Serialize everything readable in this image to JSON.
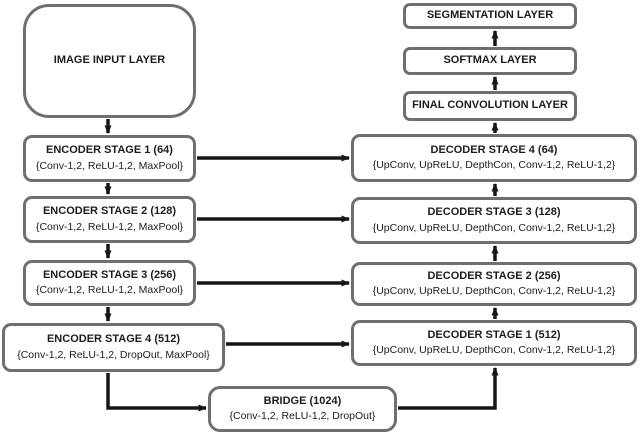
{
  "colors": {
    "background": "#ffffff",
    "box_fill": "#ffffff",
    "box_border": "#6f6f6f",
    "arrow": "#161616",
    "text": "#1c1c1c"
  },
  "nodes": {
    "image_input": {
      "label": "IMAGE INPUT LAYER"
    },
    "encoder1": {
      "title": "ENCODER STAGE 1 (64)",
      "detail": "{Conv-1,2, ReLU-1,2, MaxPool}"
    },
    "encoder2": {
      "title": "ENCODER STAGE 2 (128)",
      "detail": "{Conv-1,2, ReLU-1,2, MaxPool}"
    },
    "encoder3": {
      "title": "ENCODER STAGE 3 (256)",
      "detail": "{Conv-1,2, ReLU-1,2, MaxPool}"
    },
    "encoder4": {
      "title": "ENCODER STAGE 4 (512)",
      "detail": "{Conv-1,2, ReLU-1,2, DropOut, MaxPool}"
    },
    "bridge": {
      "title": "BRIDGE (1024)",
      "detail": "{Conv-1,2, ReLU-1,2, DropOut}"
    },
    "decoder4": {
      "title": "DECODER STAGE 4 (64)",
      "detail": "{UpConv, UpReLU, DepthCon, Conv-1,2, ReLU-1,2}"
    },
    "decoder3": {
      "title": "DECODER STAGE 3 (128)",
      "detail": "{UpConv, UpReLU, DepthCon, Conv-1,2, ReLU-1,2}"
    },
    "decoder2": {
      "title": "DECODER STAGE 2 (256)",
      "detail": "{UpConv, UpReLU, DepthCon, Conv-1,2, ReLU-1,2}"
    },
    "decoder1": {
      "title": "DECODER STAGE 1 (512)",
      "detail": "{UpConv, UpReLU, DepthCon, Conv-1,2, ReLU-1,2}"
    },
    "final_convolution": {
      "label": "FINAL CONVOLUTION LAYER"
    },
    "softmax": {
      "label": "SOFTMAX LAYER"
    },
    "segmentation": {
      "label": "SEGMENTATION LAYER"
    }
  },
  "edges": [
    {
      "from": "image_input",
      "to": "encoder1"
    },
    {
      "from": "encoder1",
      "to": "encoder2"
    },
    {
      "from": "encoder2",
      "to": "encoder3"
    },
    {
      "from": "encoder3",
      "to": "encoder4"
    },
    {
      "from": "encoder4",
      "to": "bridge"
    },
    {
      "from": "bridge",
      "to": "decoder1"
    },
    {
      "from": "encoder1",
      "to": "decoder4",
      "type": "skip"
    },
    {
      "from": "encoder2",
      "to": "decoder3",
      "type": "skip"
    },
    {
      "from": "encoder3",
      "to": "decoder2",
      "type": "skip"
    },
    {
      "from": "encoder4",
      "to": "decoder1",
      "type": "skip"
    },
    {
      "from": "decoder1",
      "to": "decoder2"
    },
    {
      "from": "decoder2",
      "to": "decoder3"
    },
    {
      "from": "decoder3",
      "to": "decoder4"
    },
    {
      "from": "decoder4",
      "to": "final_convolution"
    },
    {
      "from": "final_convolution",
      "to": "softmax"
    },
    {
      "from": "softmax",
      "to": "segmentation"
    }
  ]
}
